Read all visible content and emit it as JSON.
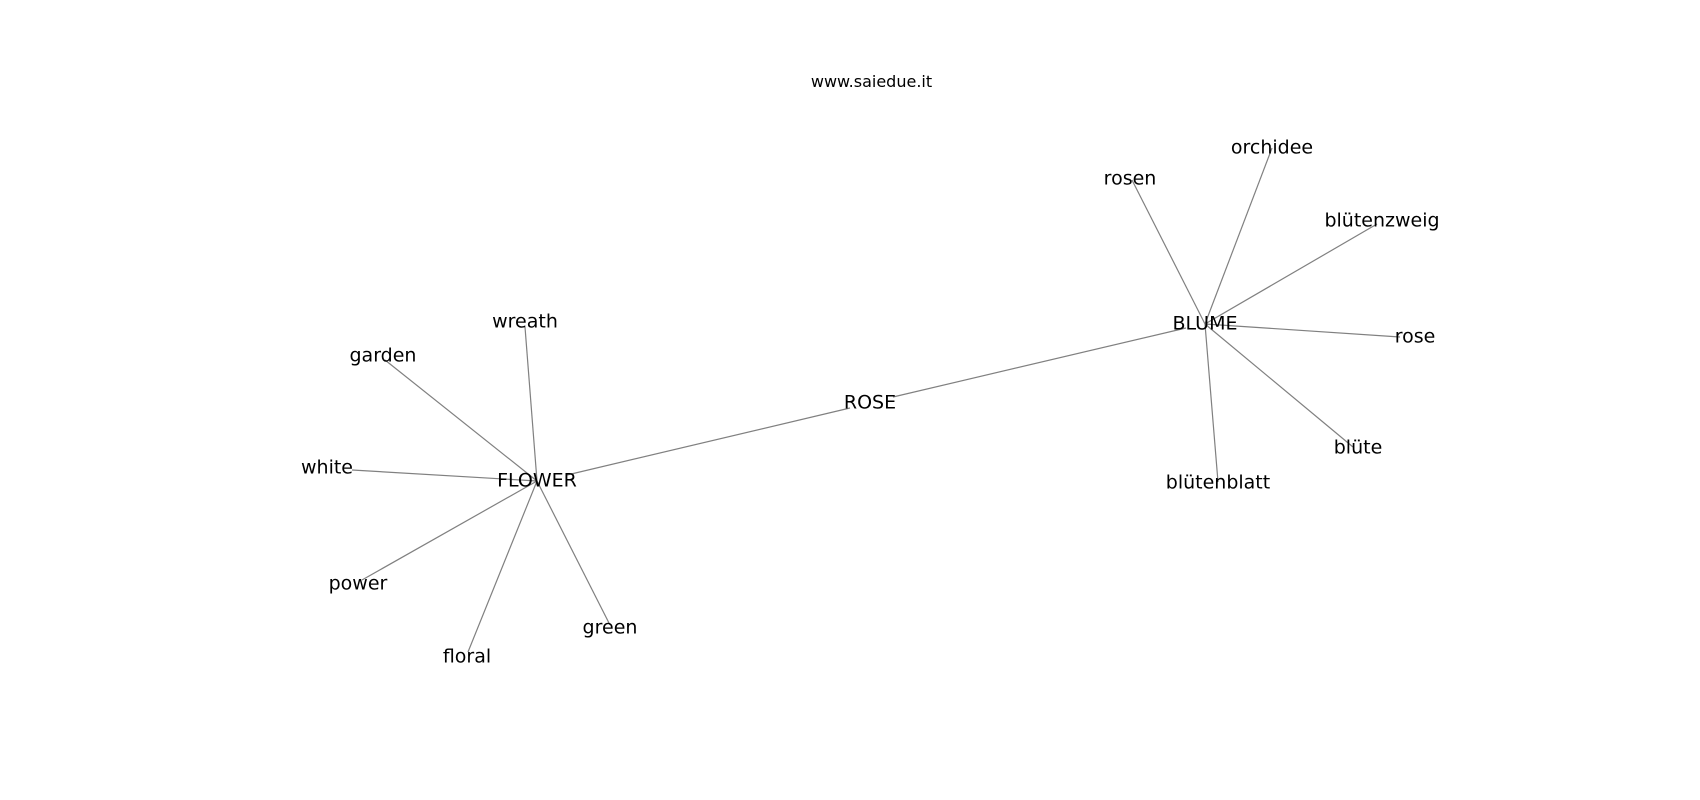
{
  "watermark": "www.saiedue.it",
  "graph": {
    "nodes": [
      {
        "id": "ROSE",
        "label": "ROSE"
      },
      {
        "id": "FLOWER",
        "label": "FLOWER"
      },
      {
        "id": "BLUME",
        "label": "BLUME"
      },
      {
        "id": "wreath",
        "label": "wreath"
      },
      {
        "id": "garden",
        "label": "garden"
      },
      {
        "id": "white",
        "label": "white"
      },
      {
        "id": "power",
        "label": "power"
      },
      {
        "id": "floral",
        "label": "floral"
      },
      {
        "id": "green",
        "label": "green"
      },
      {
        "id": "rosen",
        "label": "rosen"
      },
      {
        "id": "orchidee",
        "label": "orchidee"
      },
      {
        "id": "blutenzweig",
        "label": "blütenzweig"
      },
      {
        "id": "rose",
        "label": "rose"
      },
      {
        "id": "blute",
        "label": "blüte"
      },
      {
        "id": "blutenblatt",
        "label": "blütenblatt"
      }
    ],
    "edges": [
      [
        "ROSE",
        "FLOWER"
      ],
      [
        "ROSE",
        "BLUME"
      ],
      [
        "FLOWER",
        "wreath"
      ],
      [
        "FLOWER",
        "garden"
      ],
      [
        "FLOWER",
        "white"
      ],
      [
        "FLOWER",
        "power"
      ],
      [
        "FLOWER",
        "floral"
      ],
      [
        "FLOWER",
        "green"
      ],
      [
        "BLUME",
        "rosen"
      ],
      [
        "BLUME",
        "orchidee"
      ],
      [
        "BLUME",
        "blutenzweig"
      ],
      [
        "BLUME",
        "rose"
      ],
      [
        "BLUME",
        "blute"
      ],
      [
        "BLUME",
        "blutenblatt"
      ]
    ]
  }
}
